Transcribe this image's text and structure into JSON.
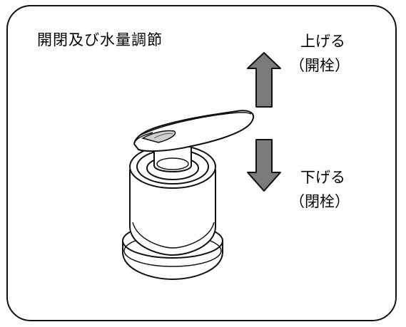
{
  "title": "開閉及び水量調節",
  "up": {
    "action": "上げる",
    "note": "（開栓）"
  },
  "down": {
    "action": "下げる",
    "note": "（閉栓）"
  },
  "colors": {
    "arrow_fill": "#7a7a7a",
    "outline": "#111111",
    "background": "#ffffff"
  }
}
